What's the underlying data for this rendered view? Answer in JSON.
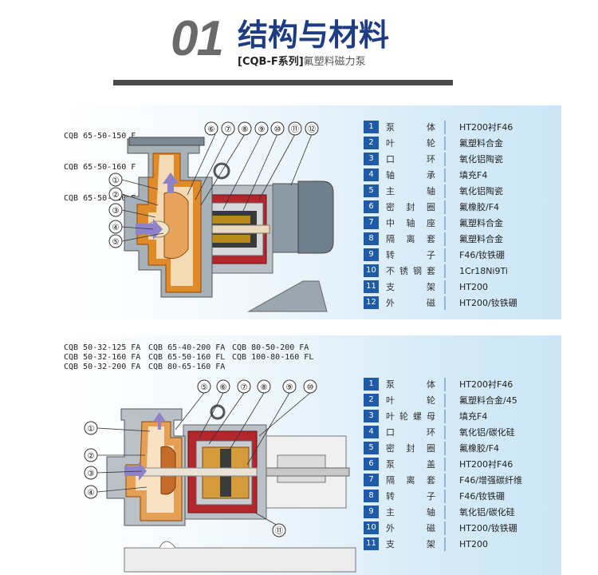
{
  "header": {
    "number": "01",
    "title": "结构与材料",
    "subtitle_bold": "[CQB-F系列]",
    "subtitle_rest": "氟塑料磁力泵"
  },
  "section1": {
    "models": [
      "CQB 65-50-150 F",
      "CQB 65-50-160 F",
      "CQB 65-50-180 F"
    ],
    "callouts": [
      "①",
      "②",
      "③",
      "④",
      "⑤",
      "⑥",
      "⑦",
      "⑧",
      "⑨",
      "⑩",
      "⑪",
      "⑫"
    ],
    "parts": [
      {
        "no": "1",
        "name": "泵体",
        "material": "HT200衬F46"
      },
      {
        "no": "2",
        "name": "叶轮",
        "material": "氟塑料合金"
      },
      {
        "no": "3",
        "name": "口环",
        "material": "氧化铝陶瓷"
      },
      {
        "no": "4",
        "name": "轴承",
        "material": "填充F4"
      },
      {
        "no": "5",
        "name": "主轴",
        "material": "氧化铝陶瓷"
      },
      {
        "no": "6",
        "name": "密封圈",
        "material": "氟橡胶/F4"
      },
      {
        "no": "7",
        "name": "中轴座",
        "material": "氟塑料合金"
      },
      {
        "no": "8",
        "name": "隔离套",
        "material": "氟塑料合金"
      },
      {
        "no": "9",
        "name": "转子",
        "material": "F46/钕铁硼"
      },
      {
        "no": "10",
        "name": "不锈钢套",
        "material": "1Cr18Ni9Ti"
      },
      {
        "no": "11",
        "name": "支架",
        "material": "HT200"
      },
      {
        "no": "12",
        "name": "外磁",
        "material": "HT200/钕铁硼"
      }
    ]
  },
  "section2": {
    "models_col1": [
      "CQB 50-32-125 FA",
      "CQB 50-32-160 FA",
      "CQB 50-32-200 FA"
    ],
    "models_col2": [
      "CQB 65-40-200 FA",
      "CQB 65-50-160 FL",
      "CQB 80-65-160 FA"
    ],
    "models_col3": [
      "CQB 80-50-200 FA",
      "CQB 100-80-160 FL"
    ],
    "callouts": [
      "①",
      "②",
      "③",
      "④",
      "⑤",
      "⑥",
      "⑦",
      "⑧",
      "⑨",
      "⑩",
      "⑪"
    ],
    "parts": [
      {
        "no": "1",
        "name": "泵体",
        "material": "HT200衬F46"
      },
      {
        "no": "2",
        "name": "叶轮",
        "material": "氟塑料合金/45"
      },
      {
        "no": "3",
        "name": "叶轮螺母",
        "material": "填充F4"
      },
      {
        "no": "4",
        "name": "口环",
        "material": "氧化铝/碳化硅"
      },
      {
        "no": "5",
        "name": "密封圈",
        "material": "氟橡胶/F4"
      },
      {
        "no": "6",
        "name": "泵盖",
        "material": "HT200衬F46"
      },
      {
        "no": "7",
        "name": "隔离套",
        "material": "F46/增强碳纤维"
      },
      {
        "no": "8",
        "name": "转子",
        "material": "F46/钕铁硼"
      },
      {
        "no": "9",
        "name": "主轴",
        "material": "氧化铝/碳化硅"
      },
      {
        "no": "10",
        "name": "外磁",
        "material": "HT200/钕铁硼"
      },
      {
        "no": "11",
        "name": "支架",
        "material": "HT200"
      }
    ]
  },
  "colors": {
    "accent_blue": "#1e5aa8",
    "title_blue": "#1d3c82",
    "casing_orange": "#e08a2a",
    "magnet_red": "#b3262b"
  }
}
